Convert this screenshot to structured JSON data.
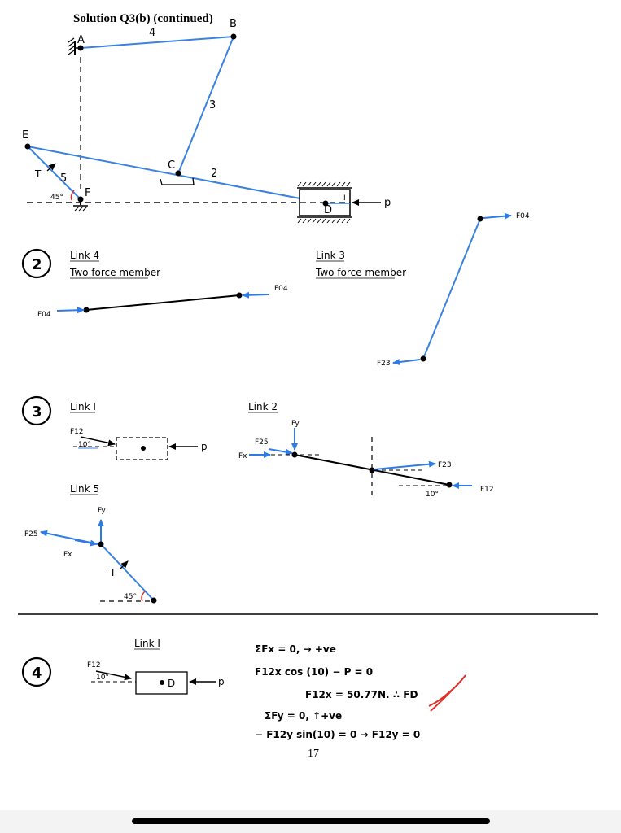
{
  "title": "Solution Q3(b) (continued)",
  "page_number": "17",
  "colors": {
    "link_blue": "#3a82e0",
    "force_blue": "#2f7be6",
    "check_red": "#e0302a",
    "ink": "#000000"
  },
  "mechanism": {
    "points": {
      "A": "A",
      "B": "B",
      "C": "C",
      "D": "D",
      "E": "E",
      "F": "F"
    },
    "link_labels": {
      "l4": "4",
      "l3": "3",
      "l2": "2",
      "l5": "5"
    },
    "T": "T",
    "angle": "45°",
    "P": "p",
    "slider_mark": "I"
  },
  "step2": {
    "number": "2",
    "link4": {
      "title": "Link 4",
      "subtitle": "Two force member",
      "f_left": "F04",
      "f_right": "F04"
    },
    "link3": {
      "title": "Link 3",
      "subtitle": "Two force member",
      "f_top": "F04",
      "f_bottom": "F23"
    }
  },
  "step3": {
    "number": "3",
    "link1": {
      "title": "Link I",
      "f12": "F12",
      "angle": "10°",
      "P": "p"
    },
    "link2": {
      "title": "Link 2",
      "fy": "Fy",
      "fx": "Fx",
      "f25": "F25",
      "f23": "F23",
      "f12": "F12",
      "angle": "10°"
    },
    "link5": {
      "title": "Link 5",
      "f25": "F25",
      "fy": "Fy",
      "fx": "Fx",
      "T": "T",
      "angle": "45°"
    }
  },
  "step4": {
    "number": "4",
    "link1": {
      "title": "Link I",
      "f12": "F12",
      "angle": "10°",
      "D": "D",
      "P": "p"
    },
    "equations": [
      "ΣFx = 0,  → +ve",
      "F12x cos (10) − P = 0",
      "F12x = 50.77N. ∴ FD",
      "ΣFy = 0,  ↑+ve",
      "− F12y sin(10) = 0 → F12y = 0"
    ]
  }
}
